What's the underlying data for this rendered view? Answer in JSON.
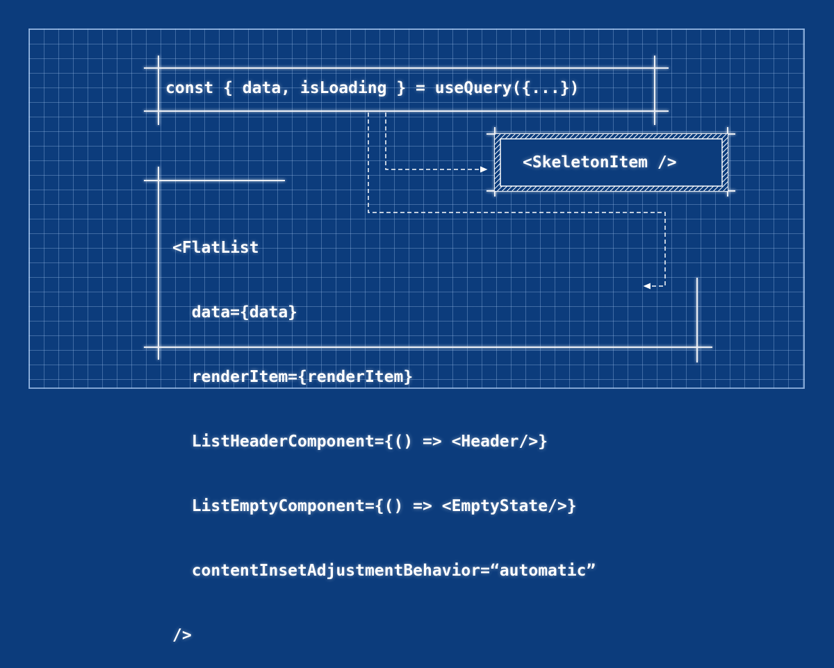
{
  "query_code": "const { data, isLoading } = useQuery({...})",
  "skeleton_label": "<SkeletonItem />",
  "flatlist_lines": [
    "<FlatList",
    "  data={data}",
    "  renderItem={renderItem}",
    "  ListHeaderComponent={() => <Header/>}",
    "  ListEmptyComponent={() => <EmptyState/>}",
    "  contentInsetAdjustmentBehavior=“automatic”",
    "/>"
  ],
  "colors": {
    "background": "#0c3c7c",
    "line": "#ffffff",
    "grid": "#96b9e6"
  }
}
